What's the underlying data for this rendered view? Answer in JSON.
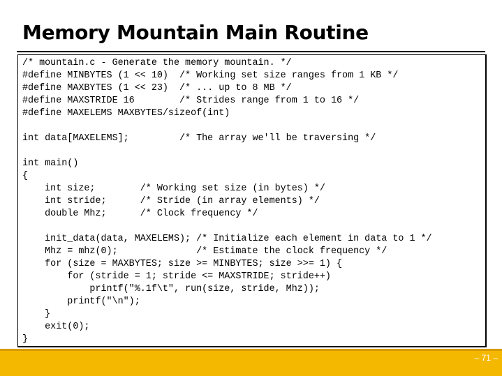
{
  "slide": {
    "title": "Memory Mountain Main Routine",
    "page_number": "– 71 –"
  },
  "code": {
    "lines": [
      "/* mountain.c - Generate the memory mountain. */",
      "#define MINBYTES (1 << 10)  /* Working set size ranges from 1 KB */",
      "#define MAXBYTES (1 << 23)  /* ... up to 8 MB */",
      "#define MAXSTRIDE 16        /* Strides range from 1 to 16 */",
      "#define MAXELEMS MAXBYTES/sizeof(int)",
      "",
      "int data[MAXELEMS];         /* The array we'll be traversing */",
      "",
      "int main()",
      "{",
      "    int size;        /* Working set size (in bytes) */",
      "    int stride;      /* Stride (in array elements) */",
      "    double Mhz;      /* Clock frequency */",
      "",
      "    init_data(data, MAXELEMS); /* Initialize each element in data to 1 */",
      "    Mhz = mhz(0);              /* Estimate the clock frequency */",
      "    for (size = MAXBYTES; size >= MINBYTES; size >>= 1) {",
      "        for (stride = 1; stride <= MAXSTRIDE; stride++)",
      "            printf(\"%.1f\\t\", run(size, stride, Mhz));",
      "        printf(\"\\n\");",
      "    }",
      "    exit(0);",
      "}"
    ]
  },
  "colors": {
    "footer_bar": "#f5b800",
    "page_number_text": "#ffffff"
  }
}
